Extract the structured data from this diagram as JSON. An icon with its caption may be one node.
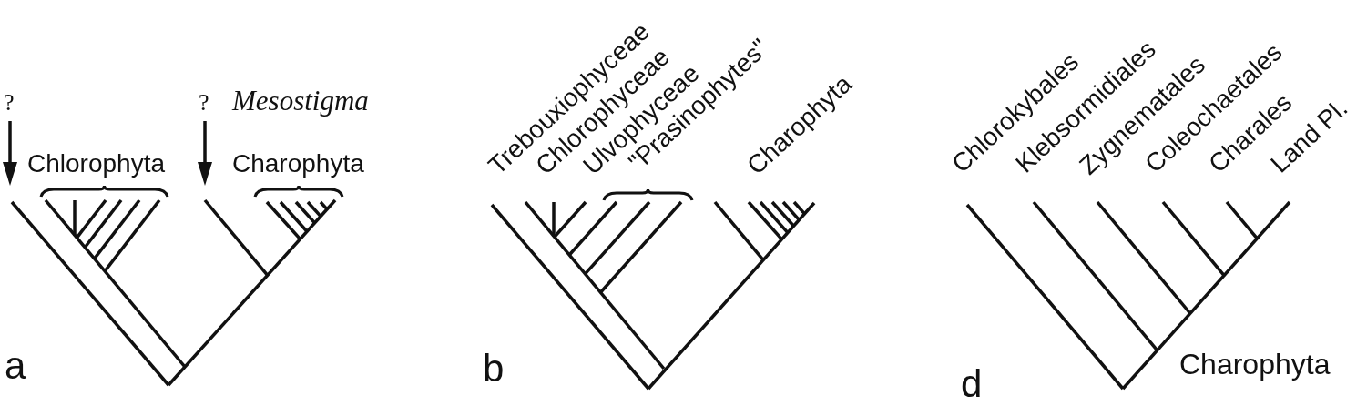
{
  "diagram": {
    "labels": [
      "?",
      "?",
      "Mesostigma",
      "Chlorophyta",
      "Charophyta",
      "a",
      "Trebouxiophyceae",
      "Chlorophyceae",
      "Ulvophyceae",
      "\"Prasinophytes\"",
      "Charophyta",
      "b",
      "Chlorokybales",
      "Klebsormidiales",
      "Zygnematales",
      "Coleochaetales",
      "Charales",
      "Land Pl.",
      "d",
      "Charophyta"
    ]
  }
}
